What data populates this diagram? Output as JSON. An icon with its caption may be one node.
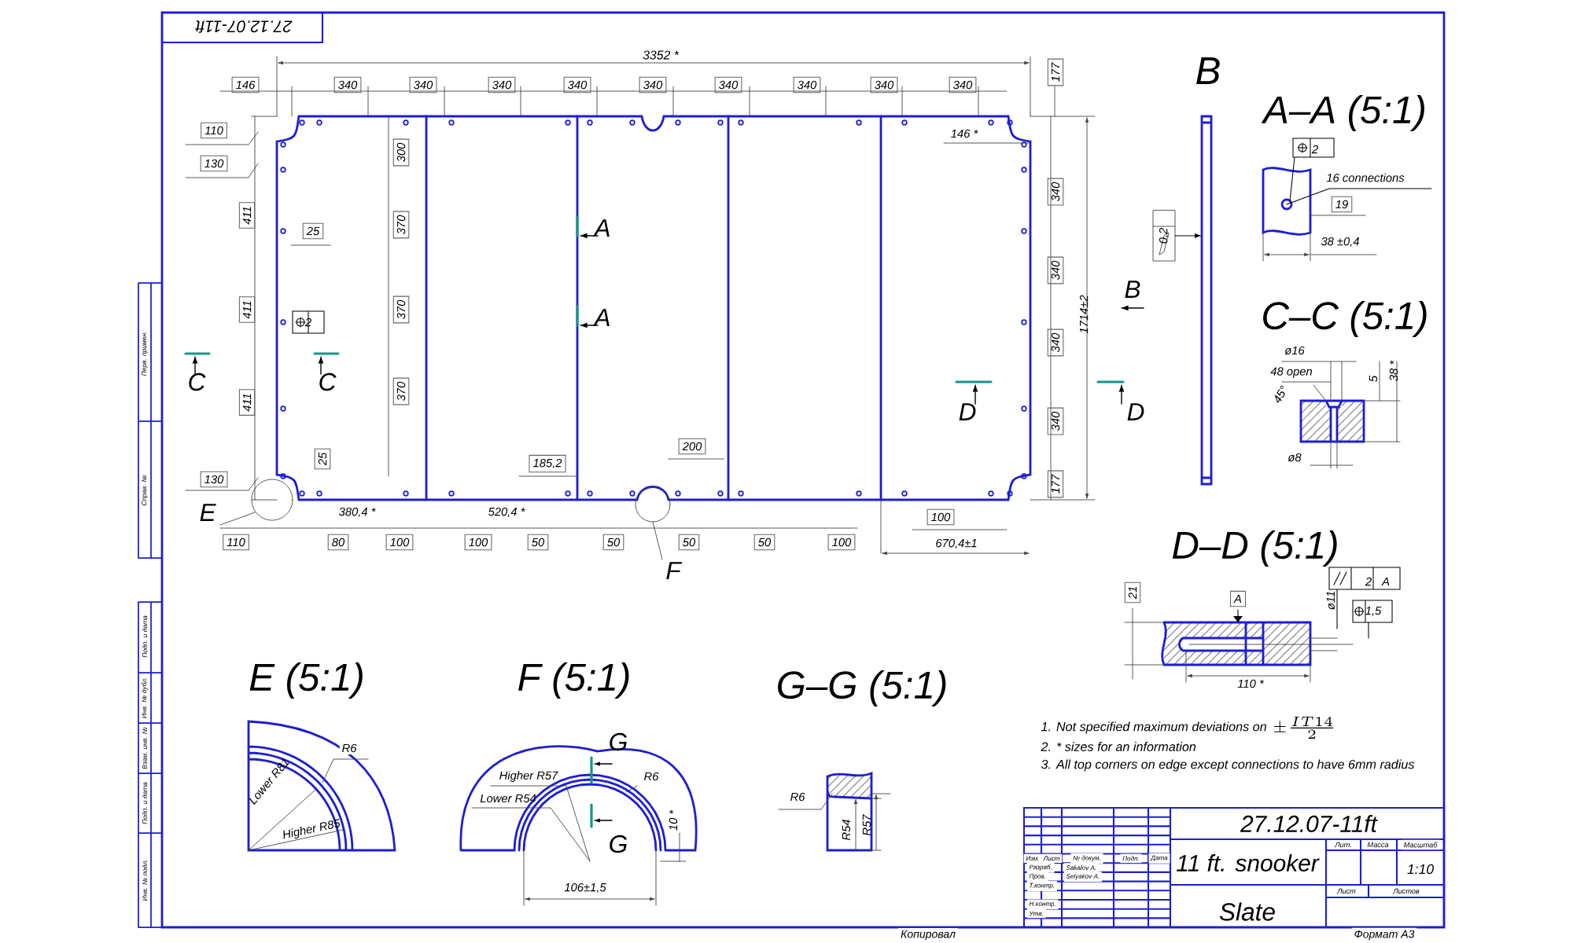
{
  "diagram": {
    "labels": [
      "27.12.07-11ft",
      "3352 *",
      "146",
      "340",
      "340",
      "340",
      "340",
      "340",
      "340",
      "340",
      "340",
      "340",
      "177",
      "110",
      "130",
      "146 *",
      "300",
      "340",
      "411",
      "370",
      "25",
      "A",
      "340",
      "1714±2",
      "B",
      "A",
      "411",
      "370",
      "2",
      "C",
      "C",
      "340",
      "D",
      "D",
      "370",
      "411",
      "340",
      "200",
      "185,2",
      "25",
      "130",
      "177",
      "380,4 *",
      "520,4 *",
      "100",
      "E",
      "110",
      "80",
      "100",
      "100",
      "50",
      "50",
      "50",
      "50",
      "100",
      "670,4±1",
      "F",
      "B",
      "0,2",
      "A–A (5:1)",
      "2",
      "16 connections",
      "19",
      "38 ±0,4",
      "C–C (5:1)",
      "ø16",
      "48 open",
      "5",
      "38 *",
      "45°",
      "ø8",
      "D–D (5:1)",
      "21",
      "A",
      "2",
      "A",
      "ø11",
      "1,5",
      "110 *",
      "1. Not specified maximum deviations on",
      "\\pm\\frac{IT14}{2}",
      "2. * sizes for an information",
      "3. All top corners on edge except connections to have 6mm radius",
      "E (5:1)",
      "R6",
      "Lower R81",
      "Higher R85",
      "F (5:1)",
      "G",
      "Higher R57",
      "R6",
      "Lower R54",
      "10 *",
      "G",
      "106±1,5",
      "G–G (5:1)",
      "R6",
      "R54",
      "R57",
      "27.12.07-11ft",
      "Изм.",
      "Лист",
      "№ докум.",
      "Подп.",
      "Дата",
      "11 ft. snooker",
      "Лит.",
      "Масса",
      "Масштаб",
      "Разраб.",
      "Sakalov A.",
      "Пров.",
      "Selyakov A.",
      "1:10",
      "Т.контр.",
      "Лист",
      "Листов",
      "Н.контр.",
      "Slate",
      "Утв.",
      "Копировал",
      "Формат A3",
      "Перв. примен.",
      "Справ. №",
      "Подп. и дата",
      "Инв. № дубл.",
      "Взам. инв. №",
      "Подп. и дата",
      "Инв. № подл."
    ]
  }
}
